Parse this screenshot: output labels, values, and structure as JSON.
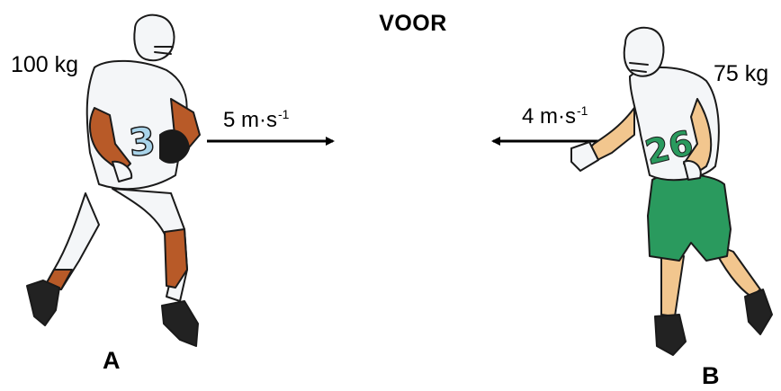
{
  "title": "VOOR",
  "player_a": {
    "label": "A",
    "mass": "100 kg",
    "velocity": "5 m·s",
    "velocity_exponent": "-1",
    "jersey_number": "3",
    "jersey_color": "#f4f6f8",
    "sleeve_color": "#b85a28",
    "number_color": "#a9d4ea"
  },
  "player_b": {
    "label": "B",
    "mass": "75 kg",
    "velocity": "4 m·s",
    "velocity_exponent": "-1",
    "jersey_number": "26",
    "jersey_color": "#f4f6f8",
    "pants_color": "#2a9a5e",
    "number_color": "#2a9a5e",
    "skin_color": "#f2c68e"
  },
  "colors": {
    "arrow": "#000000",
    "outline": "#1a1a1a"
  }
}
